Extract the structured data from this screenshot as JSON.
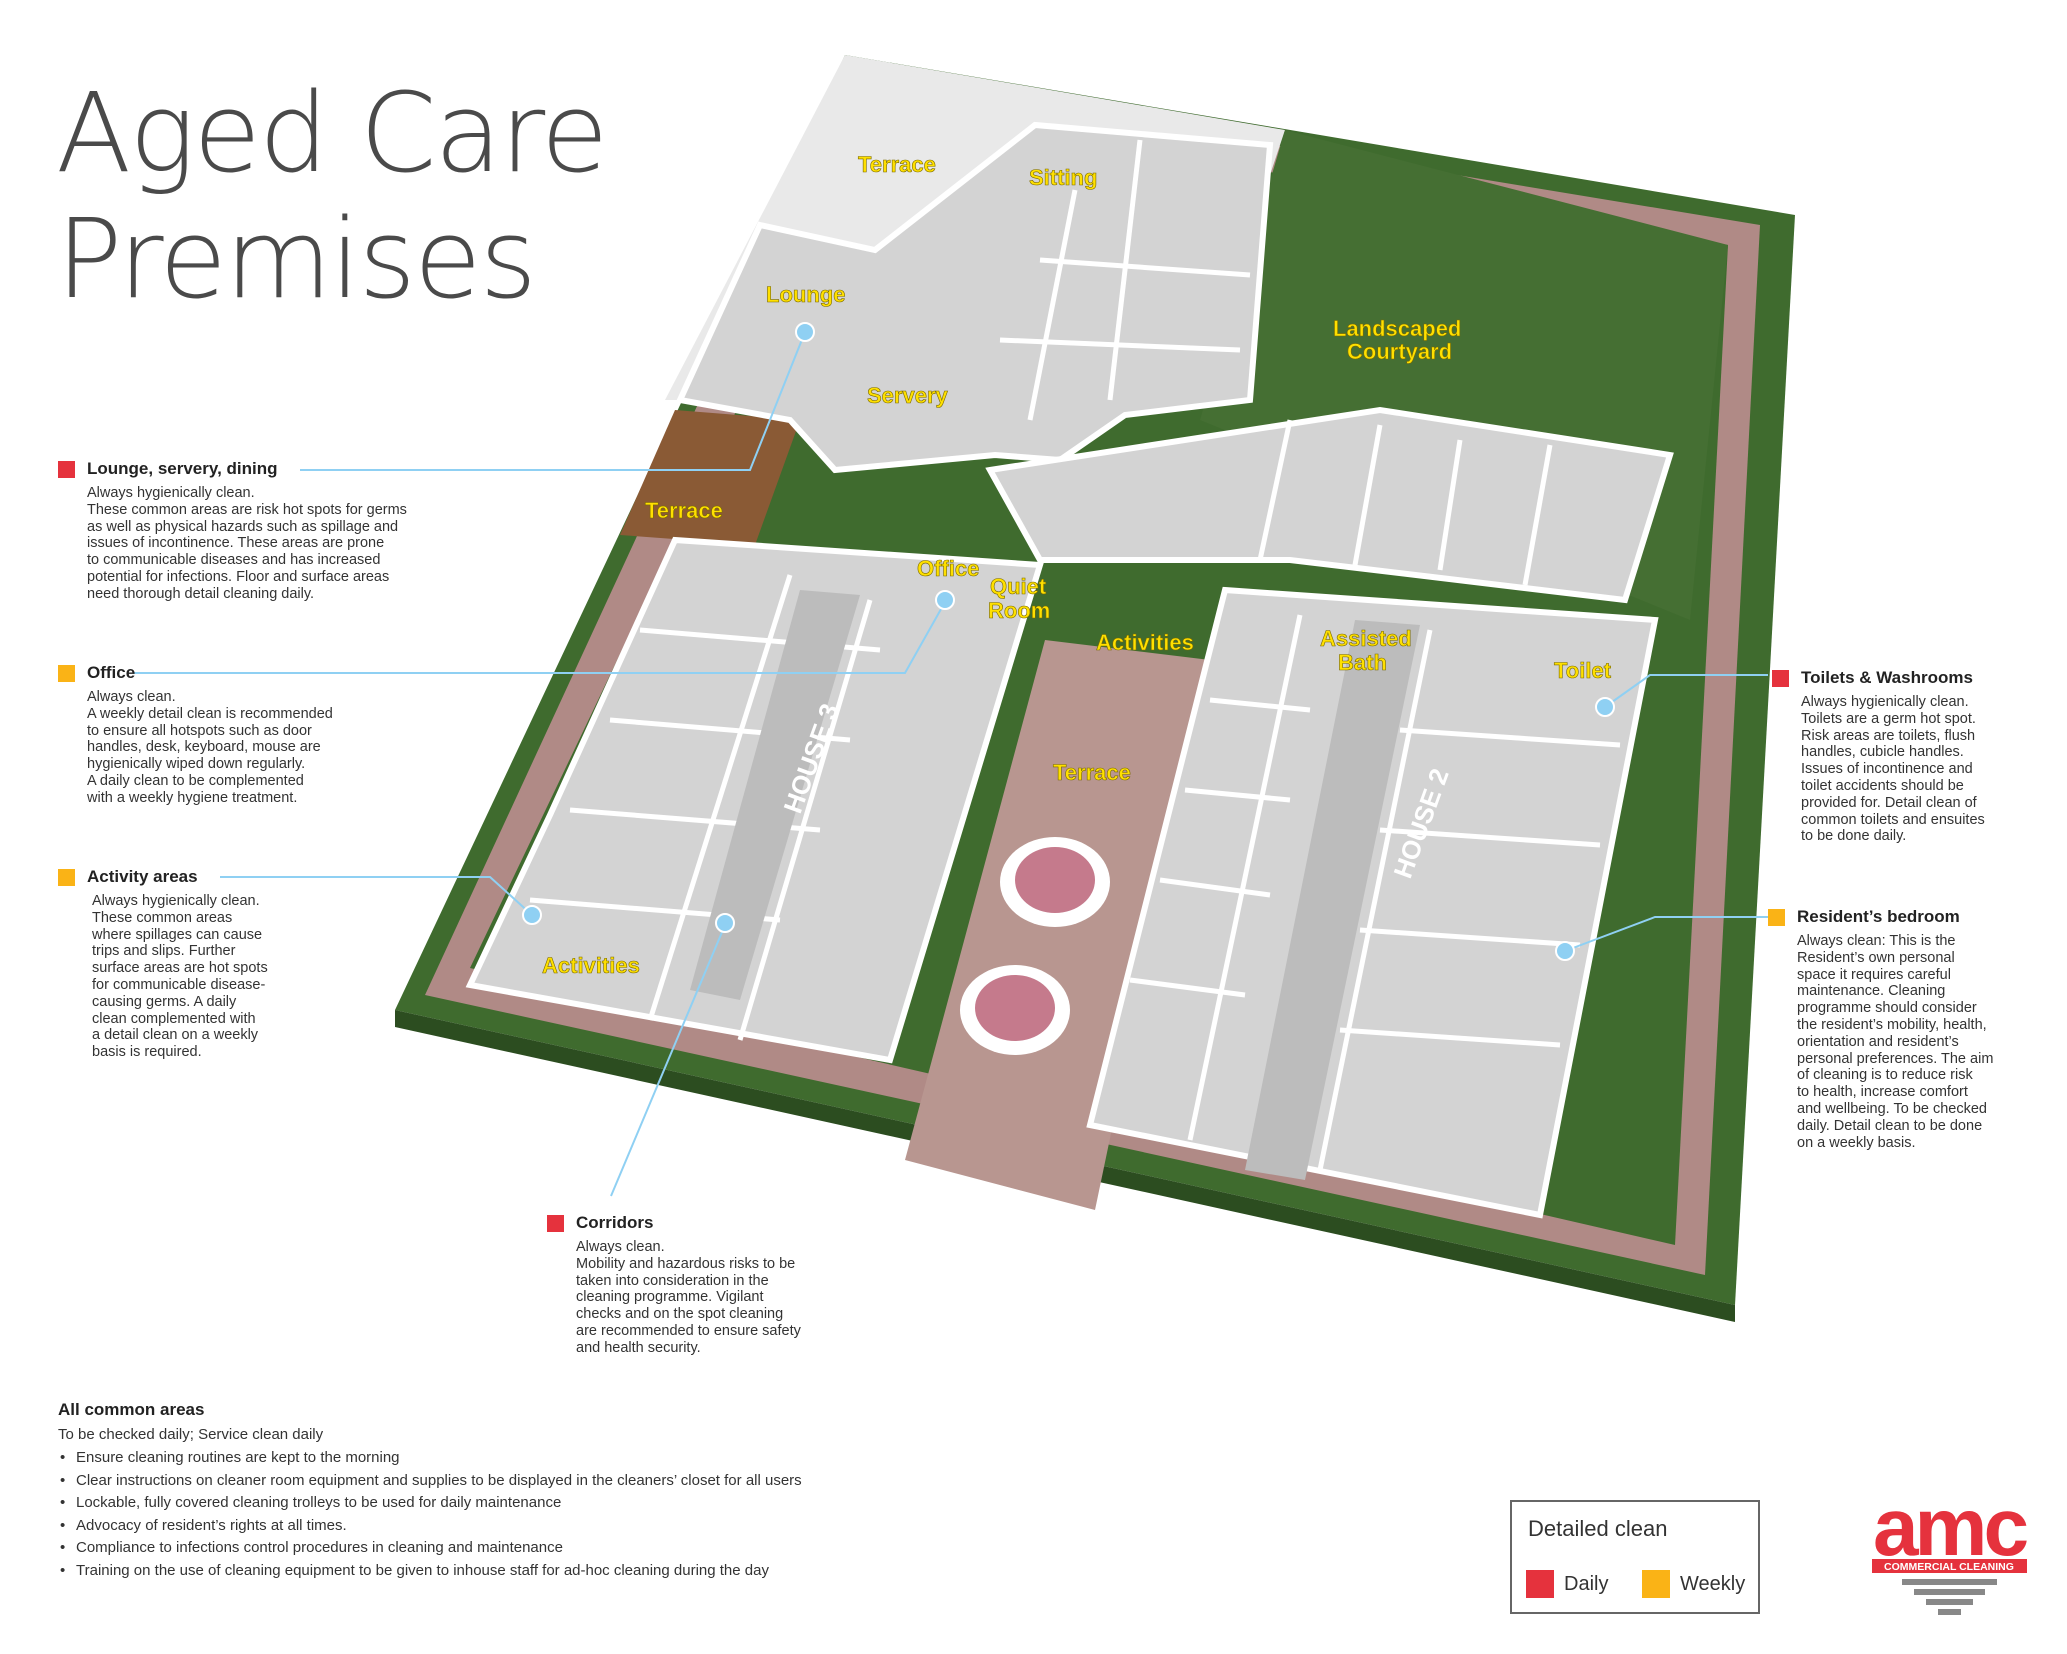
{
  "title": {
    "line1": "Aged Care",
    "line2": "Premises"
  },
  "colors": {
    "daily": "#e5323d",
    "weekly": "#fab316",
    "leader": "#8fd0f3",
    "grass": "#3f6b2e",
    "path": "#b08a86",
    "floor": "#cfcfcf",
    "wall": "#ffffff",
    "label": "#ffe000"
  },
  "map_labels": {
    "terrace_top": "Terrace",
    "sitting": "Sitting",
    "lounge": "Lounge",
    "servery": "Servery",
    "landscaped": "Landscaped",
    "courtyard": "Courtyard",
    "terrace_left": "Terrace",
    "office": "Office",
    "quiet": "Quiet",
    "room": "Room",
    "activities_center": "Activities",
    "assisted": "Assisted",
    "bath": "Bath",
    "toilet": "Toilet",
    "terrace_center": "Terrace",
    "house3": "HOUSE 3",
    "house2": "HOUSE 2",
    "activities_left": "Activities"
  },
  "callouts": {
    "lounge": {
      "color": "daily",
      "title": "Lounge, servery, dining",
      "lines": [
        "Always hygienically clean.",
        "These common areas are risk hot spots for germs",
        "as well as physical hazards such as spillage and",
        "issues of incontinence. These areas are prone",
        "to communicable diseases and has increased",
        "potential for infections. Floor and surface areas",
        "need thorough detail cleaning daily."
      ]
    },
    "office": {
      "color": "weekly",
      "title": "Office",
      "lines": [
        "Always clean.",
        "A weekly detail clean is recommended",
        "to ensure all hotspots such as door",
        "handles, desk, keyboard, mouse are",
        "hygienically wiped down regularly.",
        "A daily clean to be complemented",
        "with a weekly hygiene treatment."
      ]
    },
    "activity": {
      "color": "weekly",
      "title": "Activity areas",
      "lines": [
        "Always hygienically clean.",
        "These common areas",
        "where spillages can cause",
        "trips and slips. Further",
        "surface areas are hot spots",
        "for communicable disease-",
        "causing germs. A daily",
        "clean complemented with",
        "a detail clean on a weekly",
        "basis is required."
      ]
    },
    "corridors": {
      "color": "daily",
      "title": "Corridors",
      "lines": [
        "Always clean.",
        "Mobility and hazardous risks to be",
        "taken into consideration in the",
        "cleaning programme. Vigilant",
        "checks and on the spot cleaning",
        "are recommended to ensure safety",
        "and health security."
      ]
    },
    "toilets": {
      "color": "daily",
      "title": "Toilets & Washrooms",
      "lines": [
        "Always hygienically clean.",
        "Toilets are a germ hot spot.",
        "Risk areas are toilets, flush",
        "handles, cubicle handles.",
        "Issues of incontinence and",
        "toilet accidents should be",
        "provided for. Detail clean of",
        "common toilets and ensuites",
        "to be done daily."
      ]
    },
    "bedroom": {
      "color": "weekly",
      "title": "Resident’s bedroom",
      "lines": [
        "Always clean: This is the",
        "Resident’s own personal",
        "space it requires careful",
        "maintenance. Cleaning",
        "programme should consider",
        "the resident’s mobility, health,",
        "orientation and resident’s",
        "personal preferences. The aim",
        "of cleaning is to reduce risk",
        "to health, increase comfort",
        "and wellbeing. To be checked",
        "daily. Detail clean to be done",
        "on a weekly basis."
      ]
    }
  },
  "common": {
    "heading": "All common areas",
    "sub": "To be checked daily; Service clean daily",
    "items": [
      "Ensure cleaning routines are kept to the morning",
      "Clear instructions on cleaner room equipment and supplies to be displayed in the cleaners’ closet for all users",
      "Lockable, fully covered cleaning trolleys to be used for daily maintenance",
      "Advocacy of resident’s rights at all times.",
      "Compliance to infections control procedures in cleaning and maintenance",
      "Training on the use of cleaning equipment to be given to inhouse staff for ad-hoc cleaning during the day"
    ]
  },
  "legend": {
    "title": "Detailed clean",
    "daily": "Daily",
    "weekly": "Weekly"
  },
  "logo": {
    "text": "amc",
    "tagline": "COMMERCIAL CLEANING"
  }
}
